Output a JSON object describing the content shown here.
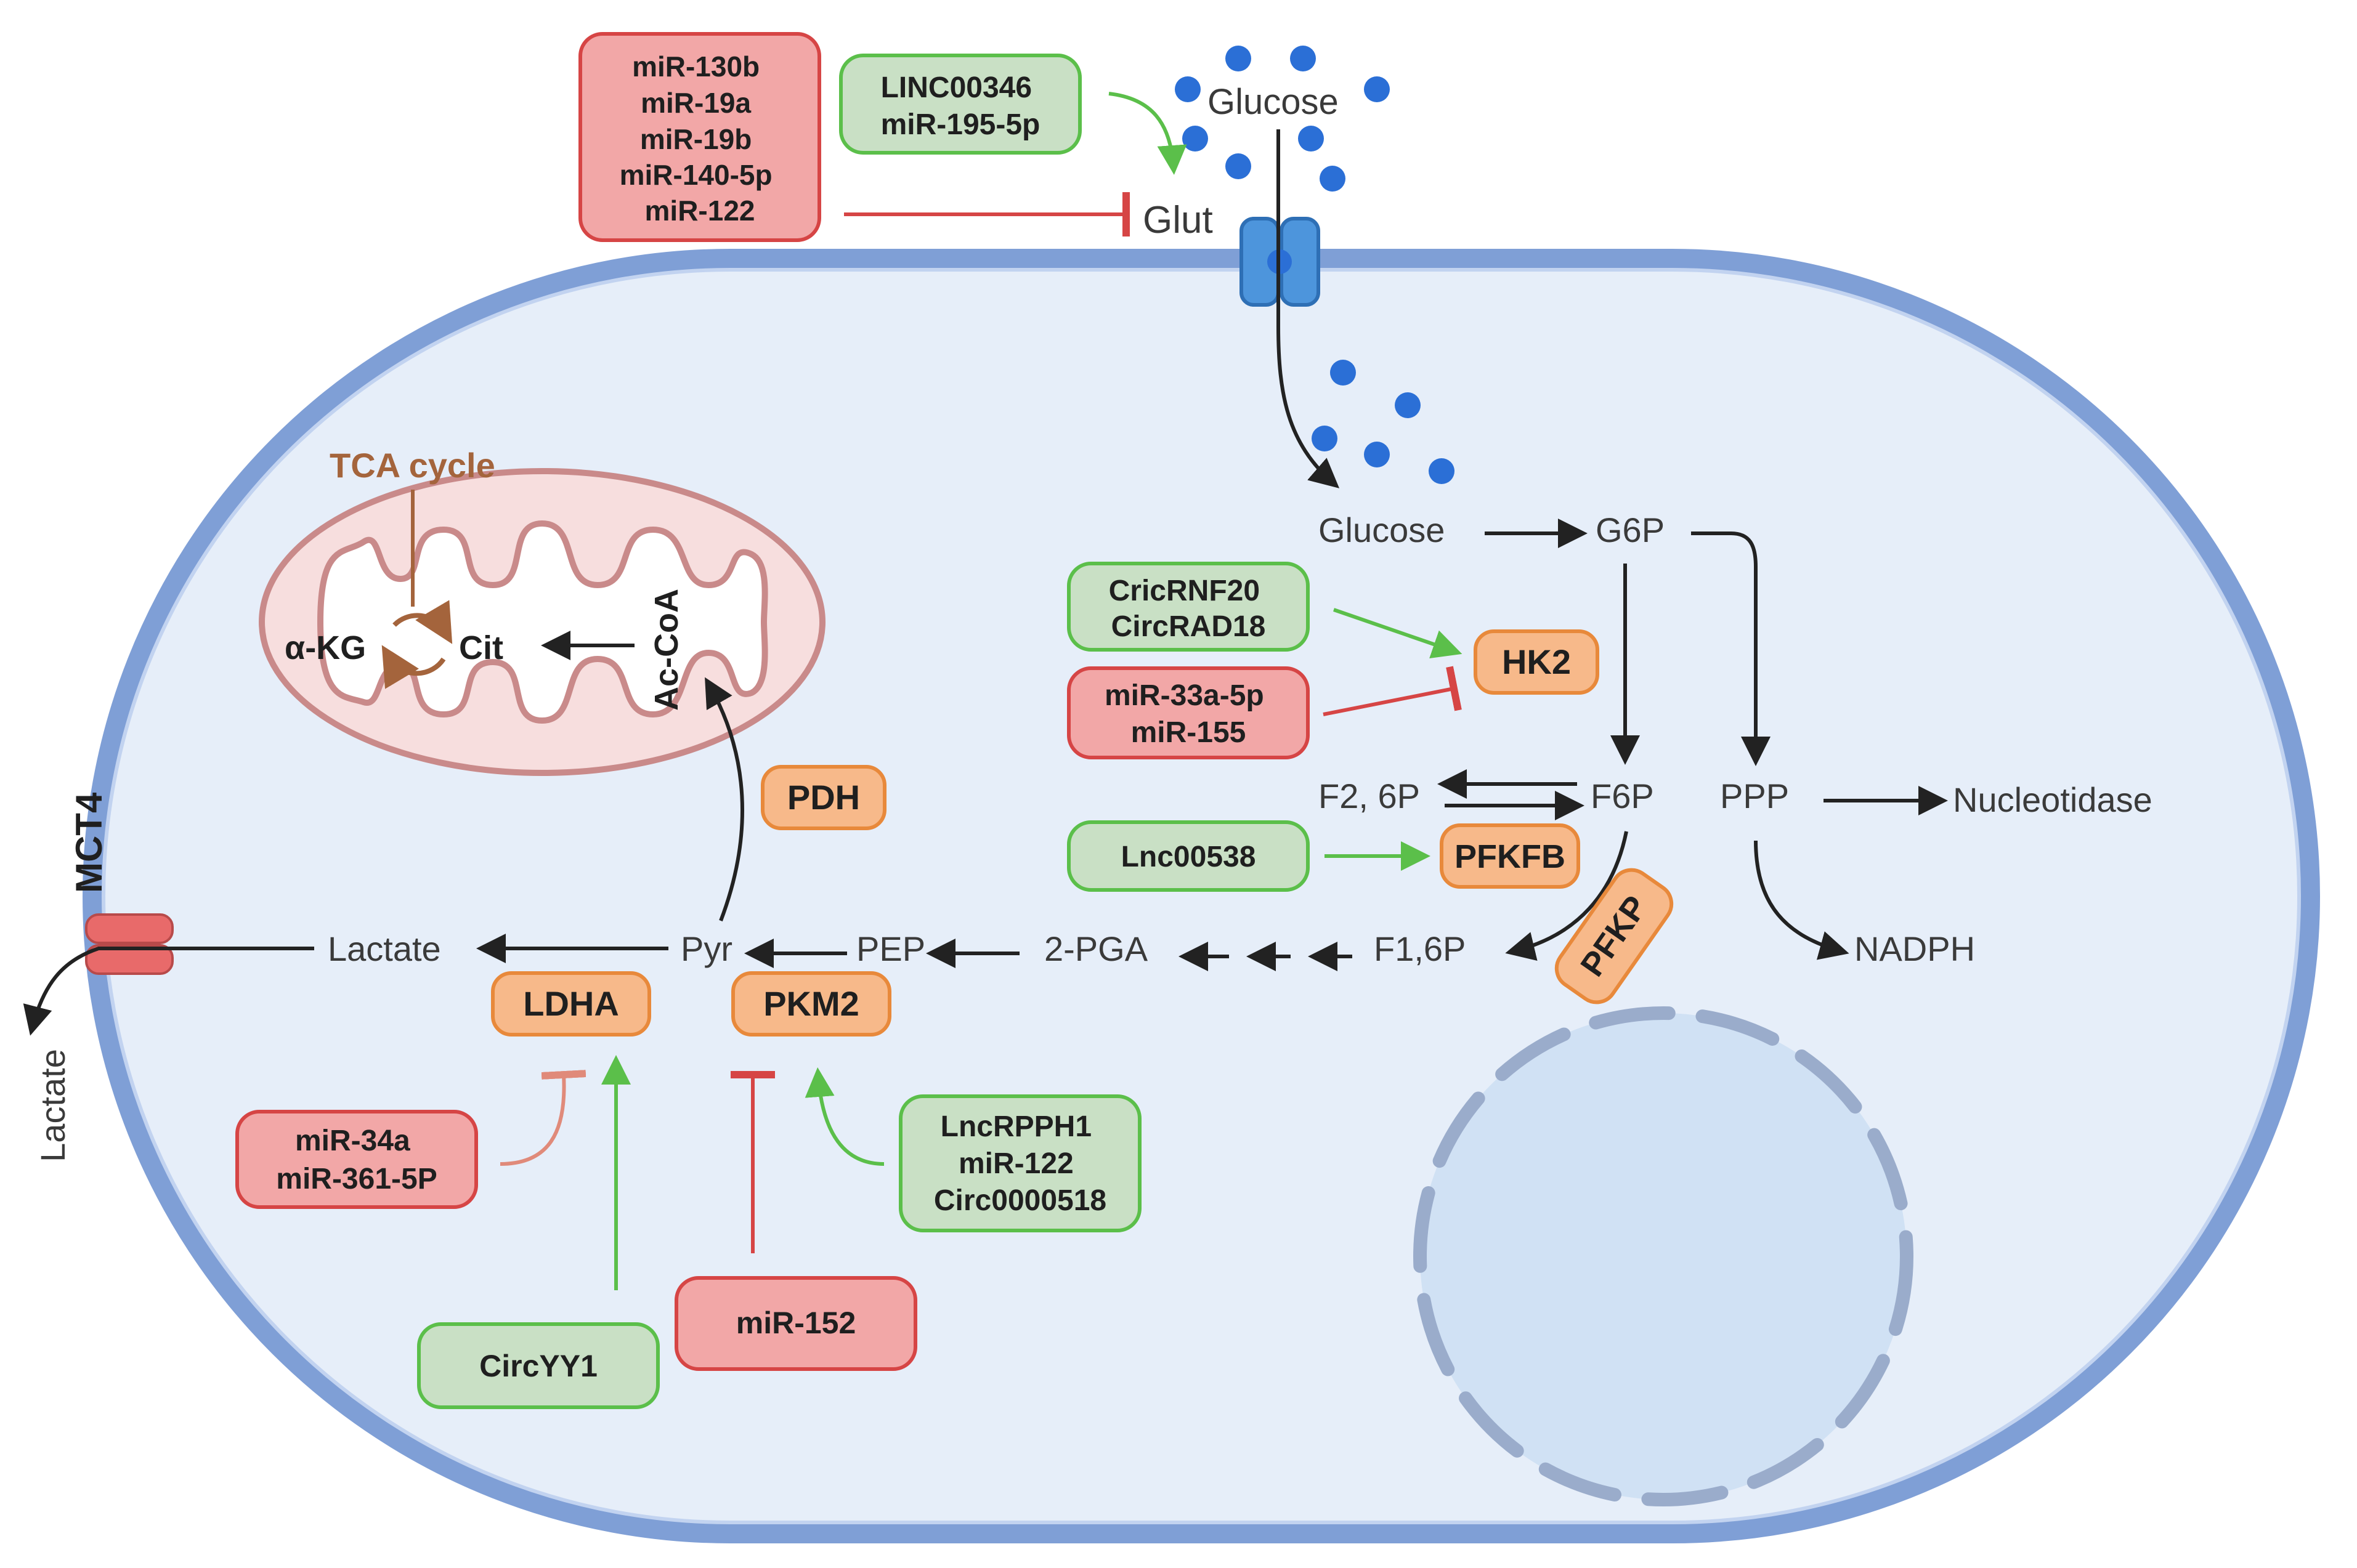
{
  "colors": {
    "cell_fill": "#e6eef9",
    "membrane": "#7f9fd6",
    "membrane_inner": "#c2d3f0",
    "glucose_dot": "#2b6fd6",
    "arrow": "#222222",
    "activate": "#5bbf4a",
    "inhibit": "#d64545",
    "red_box_fill": "#f2a7a7",
    "red_box_stroke": "#d64545",
    "green_box_fill": "#c9e0c5",
    "green_box_stroke": "#5bbf4a",
    "enzyme_fill": "#f7b98a",
    "enzyme_stroke": "#e8893b",
    "mito_fill": "#f7dede",
    "mito_stroke": "#c98a8a",
    "tca_color": "#a4643c",
    "mct4": "#e86a6a",
    "nucleus_fill": "#d0e1f4",
    "nucleus_stroke": "#9aaccb"
  },
  "outside": {
    "glucose": "Glucose",
    "glut": "Glut",
    "lactate": "Lactate",
    "mct4": "MCT4"
  },
  "regulators": {
    "glut_inhibitors": [
      "miR-130b",
      "miR-19a",
      "miR-19b",
      "miR-140-5p",
      "miR-122"
    ],
    "glut_activators": [
      "LINC00346",
      "miR-195-5p"
    ],
    "hk2_activators": [
      "CricRNF20",
      "CircRAD18"
    ],
    "hk2_inhibitors": [
      "miR-33a-5p",
      "miR-155"
    ],
    "pfkfb_activators": [
      "Lnc00538"
    ],
    "ldha_inhibitors": [
      "miR-34a",
      "miR-361-5P"
    ],
    "ldha_activators": [
      "CircYY1"
    ],
    "pkm2_inhibitors": [
      "miR-152"
    ],
    "pkm2_activators": [
      "LncRPPH1",
      "miR-122",
      "Circ0000518"
    ]
  },
  "enzymes": {
    "hk2": "HK2",
    "pfkfb": "PFKFB",
    "pfkp": "PFKP",
    "pdh": "PDH",
    "ldha": "LDHA",
    "pkm2": "PKM2"
  },
  "metabolites": {
    "glucose_in": "Glucose",
    "g6p": "G6P",
    "f6p": "F6P",
    "f26p": "F2, 6P",
    "f16p": "F1,6P",
    "pga": "2-PGA",
    "pep": "PEP",
    "pyr": "Pyr",
    "lactate_in": "Lactate",
    "ppp": "PPP",
    "nucleotidase": "Nucleotidase",
    "nadph": "NADPH",
    "accoa": "Ac-CoA",
    "cit": "Cit",
    "akg": "α-KG",
    "tca": "TCA cycle"
  }
}
